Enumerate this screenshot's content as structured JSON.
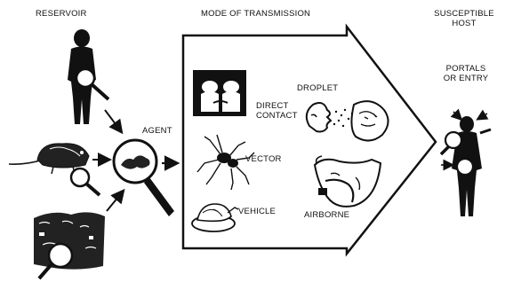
{
  "headings": {
    "reservoir": "RESERVOIR",
    "mode_of_transmission": "MODE OF TRANSMISSION",
    "susceptible_host_line1": "SUSCEPTIBLE",
    "susceptible_host_line2": "HOST"
  },
  "labels": {
    "agent": "AGENT",
    "portals_line1": "PORTALS",
    "portals_line2": "OR ENTRY",
    "direct_contact_line1": "DIRECT",
    "direct_contact_line2": "CONTACT",
    "droplet": "DROPLET",
    "vector": "VECTOR",
    "vehicle": "VEHICLE",
    "airborne": "AIRBORNE"
  },
  "colors": {
    "ink": "#111111",
    "background": "#ffffff"
  }
}
